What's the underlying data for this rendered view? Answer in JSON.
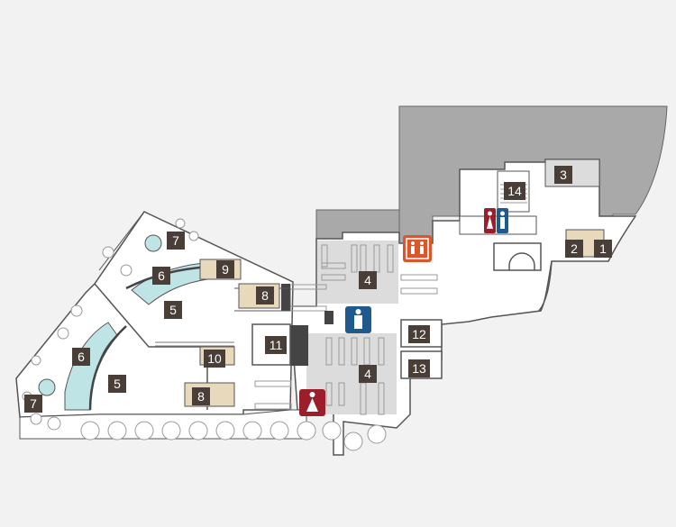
{
  "labels": {
    "n1": "1",
    "n2": "2",
    "n3": "3",
    "n4a": "4",
    "n4b": "4",
    "n5a": "5",
    "n5b": "5",
    "n6a": "6",
    "n6b": "6",
    "n7a": "7",
    "n7b": "7",
    "n8a": "8",
    "n8b": "8",
    "n9": "9",
    "n10": "10",
    "n11": "11",
    "n12": "12",
    "n13": "13",
    "n14": "14"
  },
  "icons": {
    "elevator": "elevator-icon",
    "restroom": "restroom-icon",
    "mens_restroom": "mens-restroom-icon",
    "womens_restroom": "womens-restroom-icon"
  },
  "colors": {
    "background": "#f2f2f2",
    "floor": "#ffffff",
    "gray_area": "#a9a9a9",
    "shelving_area": "#dcdcdc",
    "water_feature": "#bfe4e6",
    "room_tan": "#e8d8bc",
    "wall": "#333333",
    "label_box": "#4a3f38",
    "elevator_orange": "#d9572b",
    "mens_blue": "#1f5a8c",
    "womens_red": "#9b1f2a"
  }
}
